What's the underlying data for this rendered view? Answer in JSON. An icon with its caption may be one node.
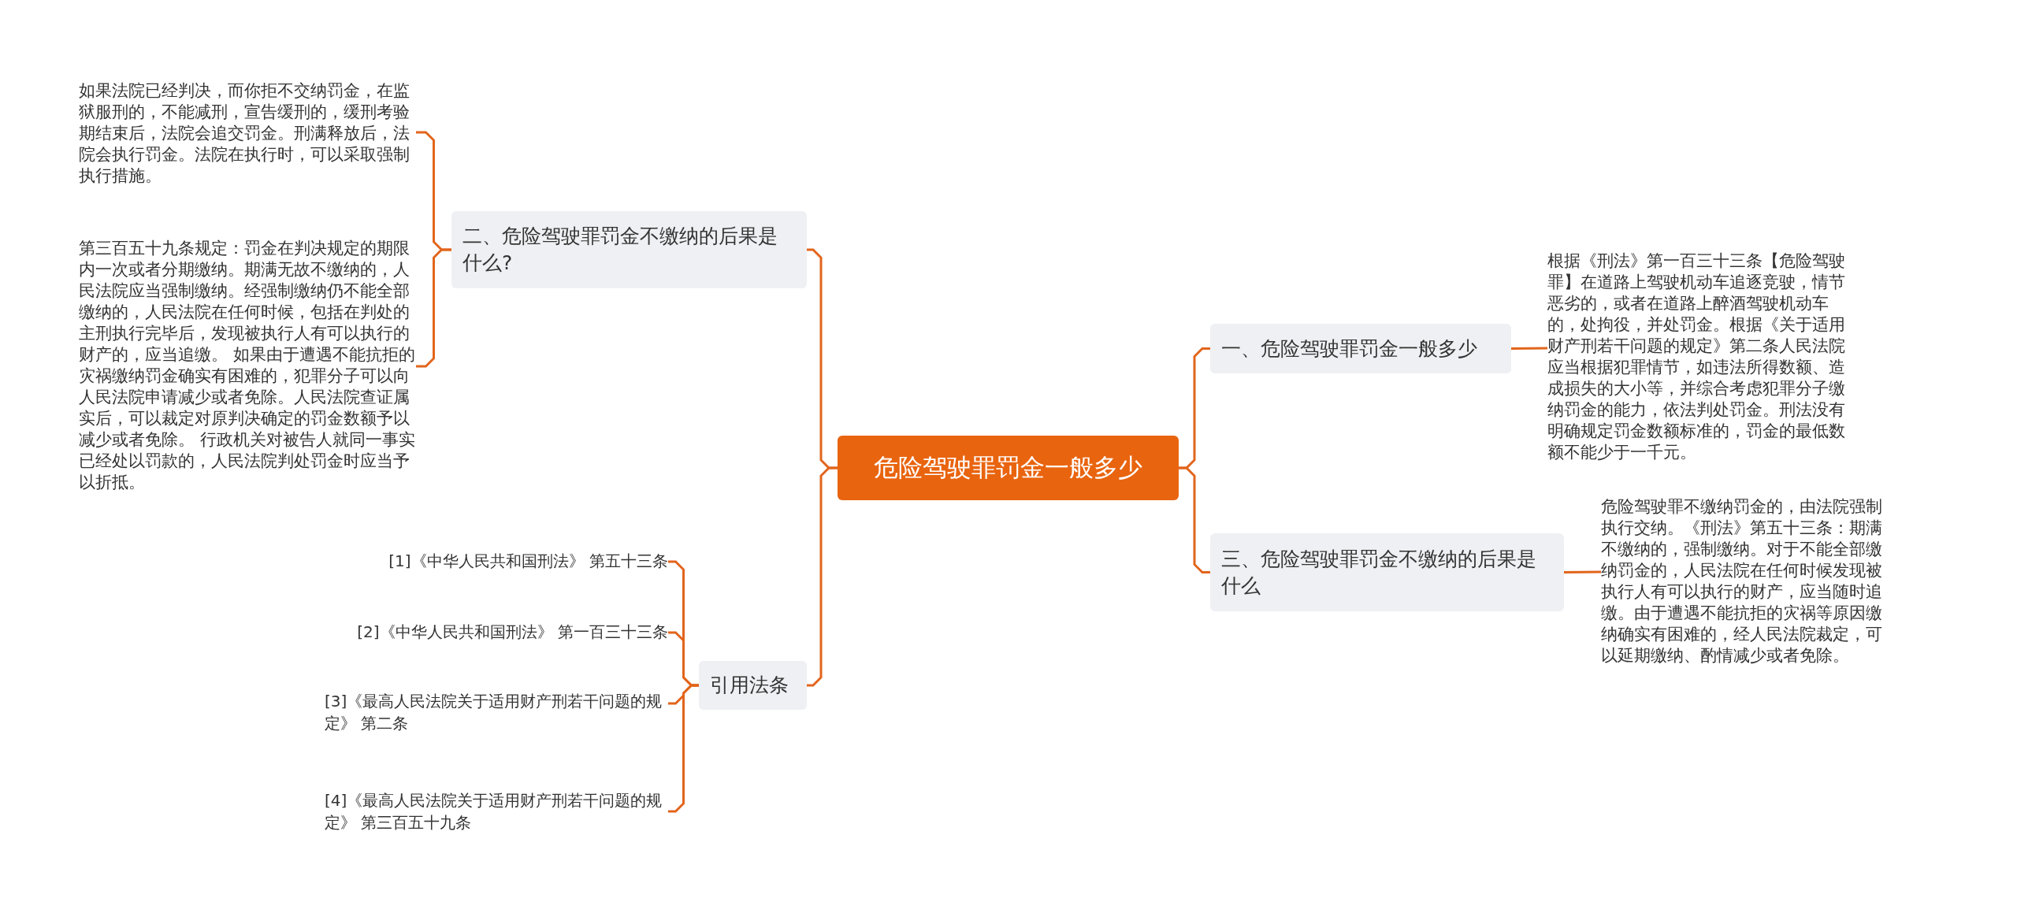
{
  "diagram": {
    "nodes": [
      {
        "text": [
          "危险驾驶罪罚金一般多少"
        ]
      },
      {
        "text": [
          "二、危险驾驶罪罚金不缴纳的后果是什么?"
        ]
      },
      {
        "text": [
          "如果法院已经判决，而你拒不交纳罚金，在监狱服刑的，不能减刑，宣告缓刑的，缓刑考验期结束后，法院会追交罚金。刑满释放后，法院会执行罚金。法院在执行时，可以采取强制执行措施。"
        ]
      },
      {
        "text": [
          "第三百五十九条规定：罚金在判决规定的期限内一次或者分期缴纳。期满无故不缴纳的，人民法院应当强制缴纳。经强制缴纳仍不能全部缴纳的，人民法院在任何时候，包括在判处的主刑执行完毕后，发现被执行人有可以执行的财产的，应当追缴。 如果由于遭遇不能抗拒的灾祸缴纳罚金确实有困难的，犯罪分子可以向人民法院申请减少或者免除。人民法院查证属实后，可以裁定对原判决确定的罚金数额予以减少或者免除。 行政机关对被告人就同一事实已经处以罚款的，人民法院判处罚金时应当予以折抵。"
        ]
      },
      {
        "text": [
          "引用法条"
        ]
      },
      {
        "text": [
          "[1]《中华人民共和国刑法》 第五十三条"
        ]
      },
      {
        "text": [
          "[2]《中华人民共和国刑法》 第一百三十三条"
        ]
      },
      {
        "text": [
          "[3]《最高人民法院关于适用财产刑若干问题的规定》 第二条"
        ]
      },
      {
        "text": [
          "[4]《最高人民法院关于适用财产刑若干问题的规定》 第三百五十九条"
        ]
      },
      {
        "text": [
          "一、危险驾驶罪罚金一般多少"
        ]
      },
      {
        "text": [
          "根据《刑法》第一百三十三条【危险驾驶罪】在道路上驾驶机动车追逐竞驶，情节恶劣的，或者在道路上醉酒驾驶机动车的，处拘役，并处罚金。根据《关于适用财产刑若干问题的规定》第二条人民法院应当根据犯罪情节，如违法所得数额、造成损失的大小等，并综合考虑犯罪分子缴纳罚金的能力，依法判处罚金。刑法没有明确规定罚金数额标准的，罚金的最低数额不能少于一千元。"
        ]
      },
      {
        "text": [
          "三、危险驾驶罪罚金不缴纳的后果是什么"
        ]
      },
      {
        "text": [
          "危险驾驶罪不缴纳罚金的，由法院强制执行交纳。《刑法》第五十三条：期满不缴纳的，强制缴纳。对于不能全部缴纳罚金的，人民法院在任何时候发现被执行人有可以执行的财产，应当随时追缴。由于遭遇不能抗拒的灾祸等原因缴纳确实有困难的，经人民法院裁定，可以延期缴纳、酌情减少或者免除。"
        ]
      }
    ],
    "edges": [
      {
        "from": 0,
        "to": 1,
        "arrow": "none"
      },
      {
        "from": 1,
        "to": 2,
        "arrow": "none"
      },
      {
        "from": 1,
        "to": 3,
        "arrow": "none"
      },
      {
        "from": 0,
        "to": 4,
        "arrow": "none"
      },
      {
        "from": 4,
        "to": 5,
        "arrow": "none"
      },
      {
        "from": 4,
        "to": 6,
        "arrow": "none"
      },
      {
        "from": 4,
        "to": 7,
        "arrow": "none"
      },
      {
        "from": 4,
        "to": 8,
        "arrow": "none"
      },
      {
        "from": 0,
        "to": 9,
        "arrow": "none"
      },
      {
        "from": 9,
        "to": 10,
        "arrow": "none"
      },
      {
        "from": 0,
        "to": 11,
        "arrow": "none"
      },
      {
        "from": 11,
        "to": 12,
        "arrow": "none"
      }
    ]
  }
}
